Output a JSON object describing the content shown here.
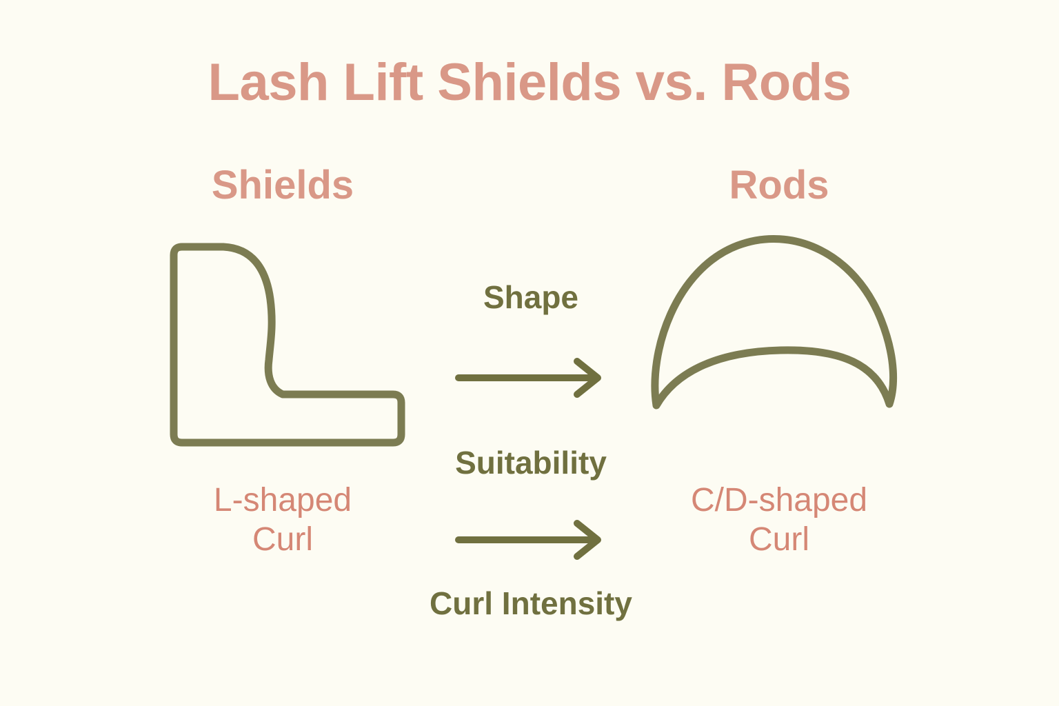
{
  "page": {
    "title": "Lash Lift Shields vs. Rods",
    "background_color": "#fdfcf3",
    "accent_pink": "#d99887",
    "accent_olive": "#7c7c52"
  },
  "columns": {
    "left": {
      "heading": "Shields",
      "illustration": "l-shaped-shield-outline",
      "caption_line1": "L-shaped",
      "caption_line2": "Curl"
    },
    "right": {
      "heading": "Rods",
      "illustration": "crescent-rod-outline",
      "caption_line1": "C/D-shaped",
      "caption_line2": "Curl"
    }
  },
  "comparison_labels": [
    {
      "label": "Shape"
    },
    {
      "label": "Suitability"
    },
    {
      "label": "Curl Intensity"
    }
  ],
  "arrows": [
    {
      "name": "shape-arrow",
      "direction": "right"
    },
    {
      "name": "suitability-arrow",
      "direction": "right"
    }
  ]
}
